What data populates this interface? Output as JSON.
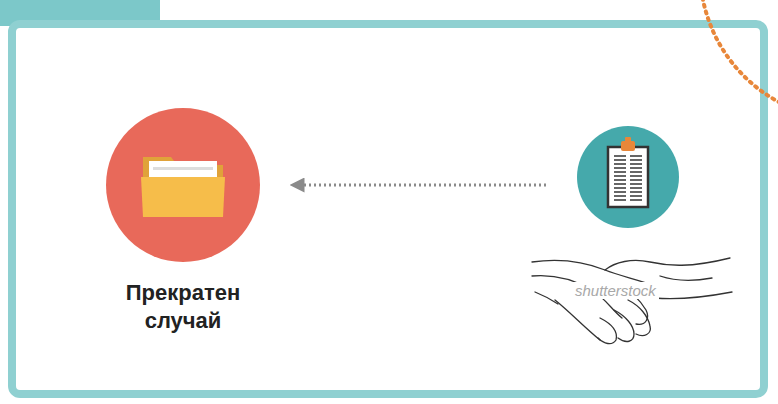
{
  "diagram": {
    "nodes": [
      {
        "text": [
          "Прекратен случай"
        ]
      },
      {
        "text": []
      }
    ],
    "edges": [
      {
        "from": 1,
        "to": 0,
        "arrow": "to"
      }
    ],
    "labels": [
      "shutterstock"
    ]
  }
}
